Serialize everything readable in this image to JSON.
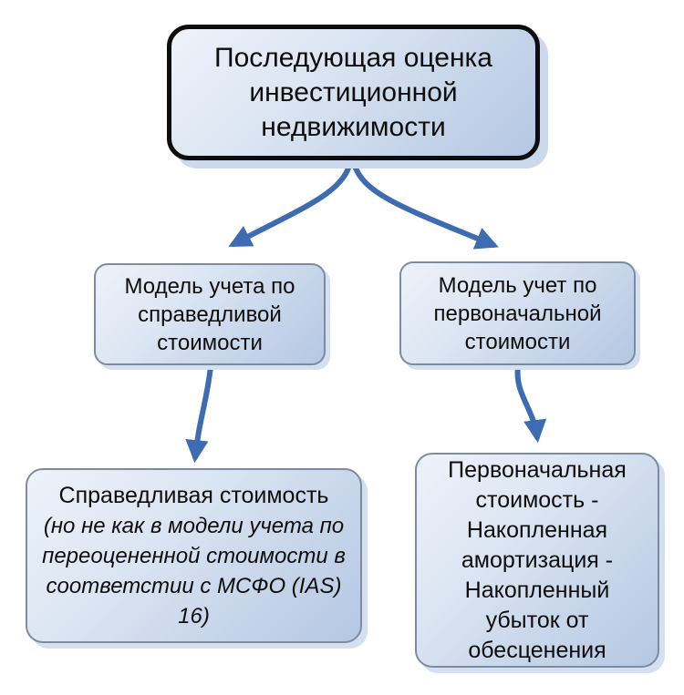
{
  "diagram": {
    "title": "Последующая оценка инвестиционной недвижимости",
    "nodes": {
      "root": {
        "text": "Последующая оценка инвестиционной недвижимости"
      },
      "fair_value_model": {
        "text": "Модель учета по справедливой стоимости"
      },
      "cost_model": {
        "text": "Модель учет по первоначальной стоимости"
      },
      "fair_value_result": {
        "title": "Справедливая стоимость",
        "note": "(но не как в модели учета по переоцененной стоимости в соответстии с МСФО (IAS) 16)"
      },
      "cost_result": {
        "text": "Первоначальная стоимость - Накопленная амортизация - Накопленный убыток от обесценения"
      }
    },
    "colors": {
      "arrow": "#3e6cb3",
      "root_border": "#0d0d0d",
      "box_border": "#7d8ba1",
      "box_fill_light": "#eef2f9",
      "box_fill_dark": "#b5c7e3",
      "shadow": "#ccd9ed",
      "text": "#0d0d0d",
      "background": "#ffffff"
    }
  }
}
